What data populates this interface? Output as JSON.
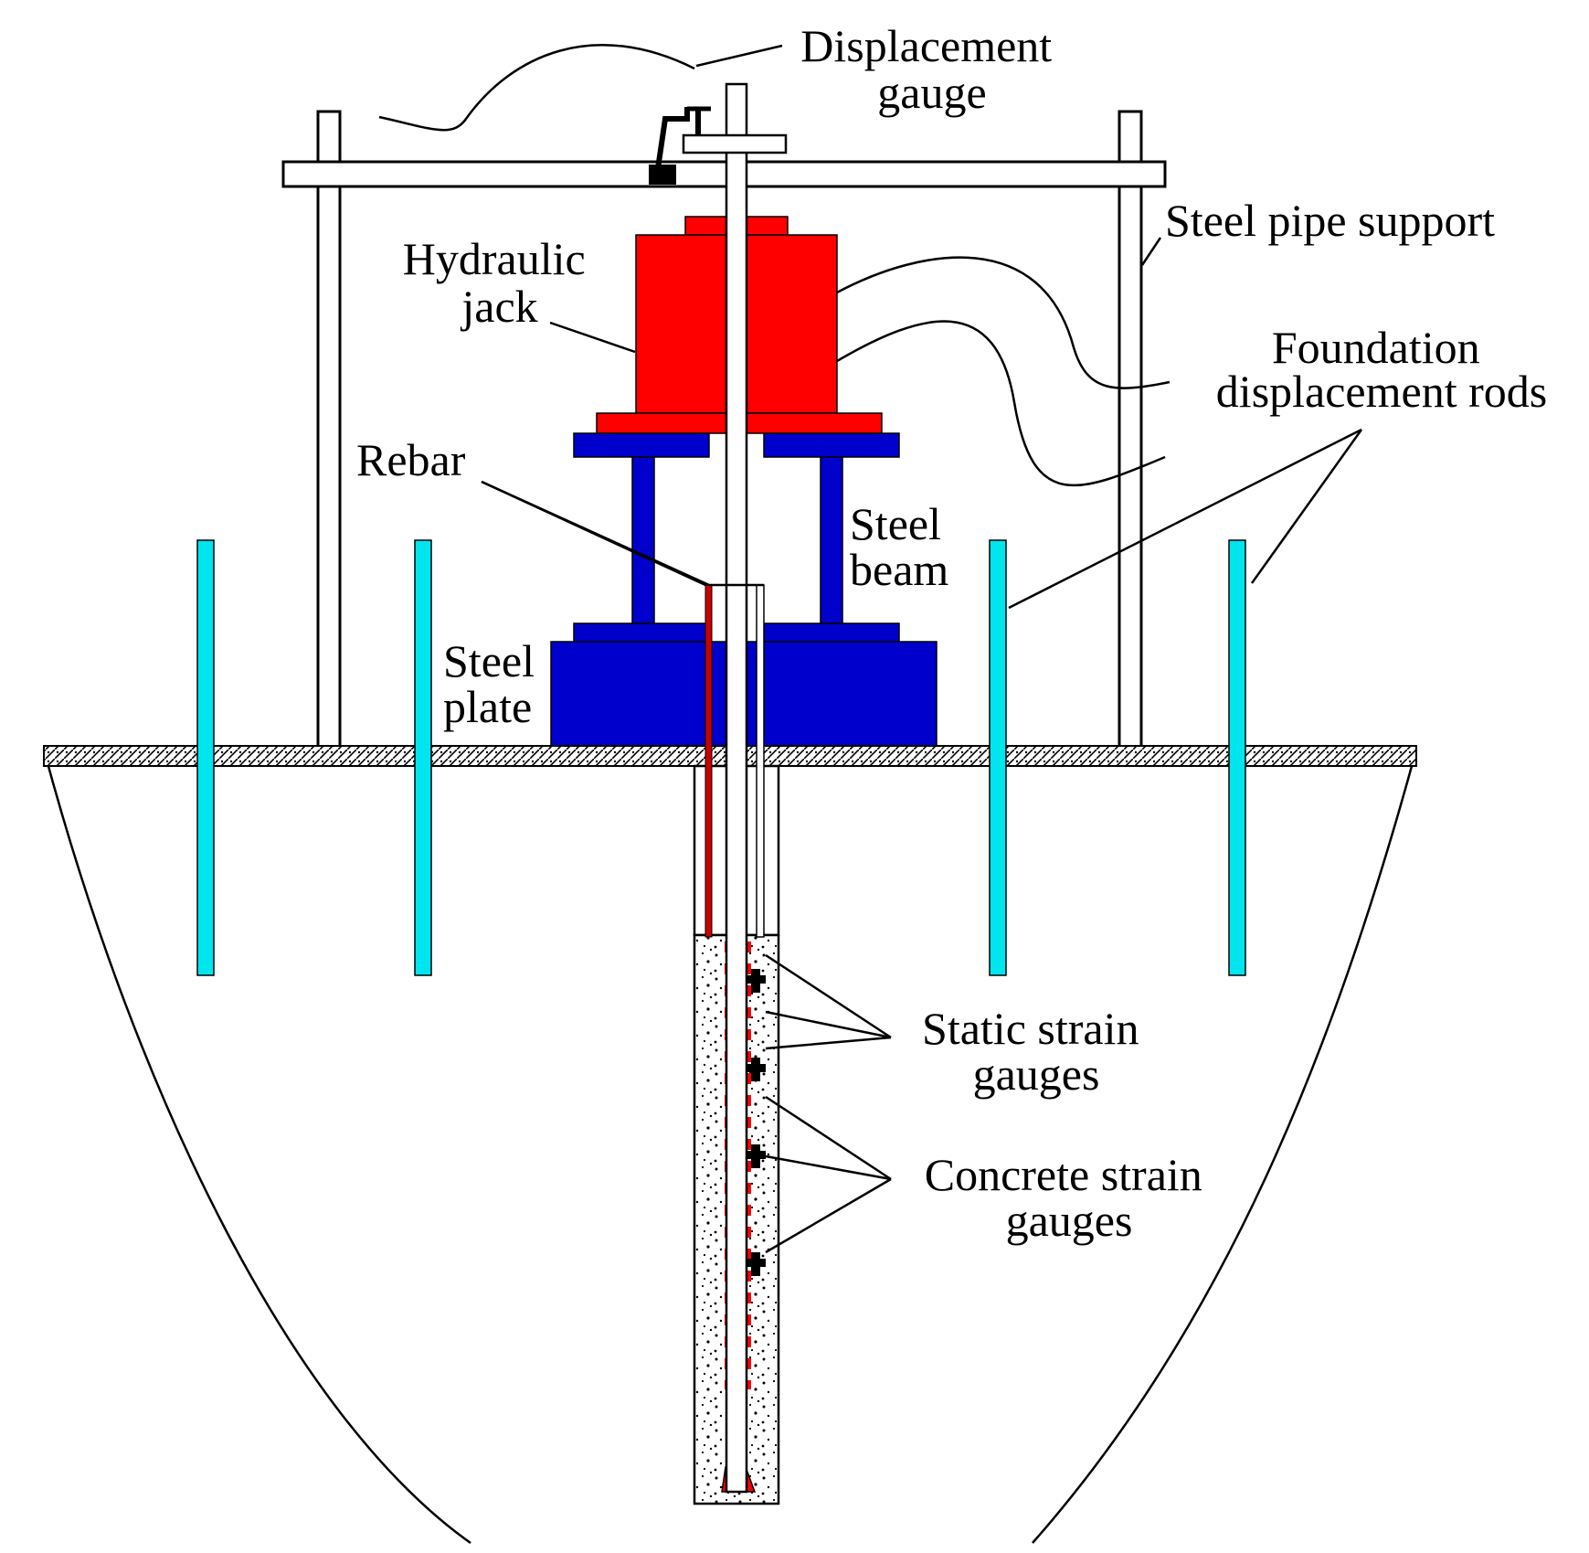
{
  "labels": {
    "displacement_gauge": [
      "Displacement",
      "gauge"
    ],
    "steel_pipe_support": "Steel pipe support",
    "hydraulic_jack": [
      "Hydraulic",
      "jack"
    ],
    "foundation_rods": [
      "Foundation",
      "displacement rods"
    ],
    "rebar": "Rebar",
    "steel_beam": [
      "Steel",
      "beam"
    ],
    "steel_plate": [
      "Steel",
      "plate"
    ],
    "static_strain_gauges": [
      "Static strain",
      "gauges"
    ],
    "concrete_strain_gauges": [
      "Concrete strain",
      "gauges"
    ]
  },
  "colors": {
    "jack": "#ff0000",
    "beam": "#0000cc",
    "rods": "#00e5ee",
    "rebar": "#cc0000",
    "outline": "#000000"
  }
}
